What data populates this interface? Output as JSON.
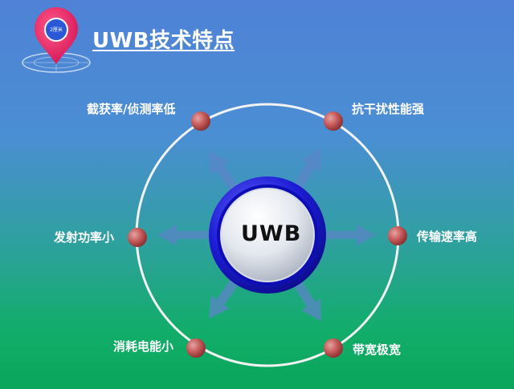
{
  "title": "UWB技术特点",
  "logo_text": "2厘米",
  "center": "UWB",
  "features": {
    "top_left": "截获率/侦测率低",
    "top_right": "抗干扰性能强",
    "left": "发射功率小",
    "right": "传输速率高",
    "bottom_left": "消耗电能小",
    "bottom_right": "带宽极宽"
  },
  "colors": {
    "ring": "#f0f0f0",
    "node": "#c65a5a",
    "center_outer": "#1d1dd6",
    "arrow": "#5b85c8",
    "pin": "#e5215f"
  }
}
